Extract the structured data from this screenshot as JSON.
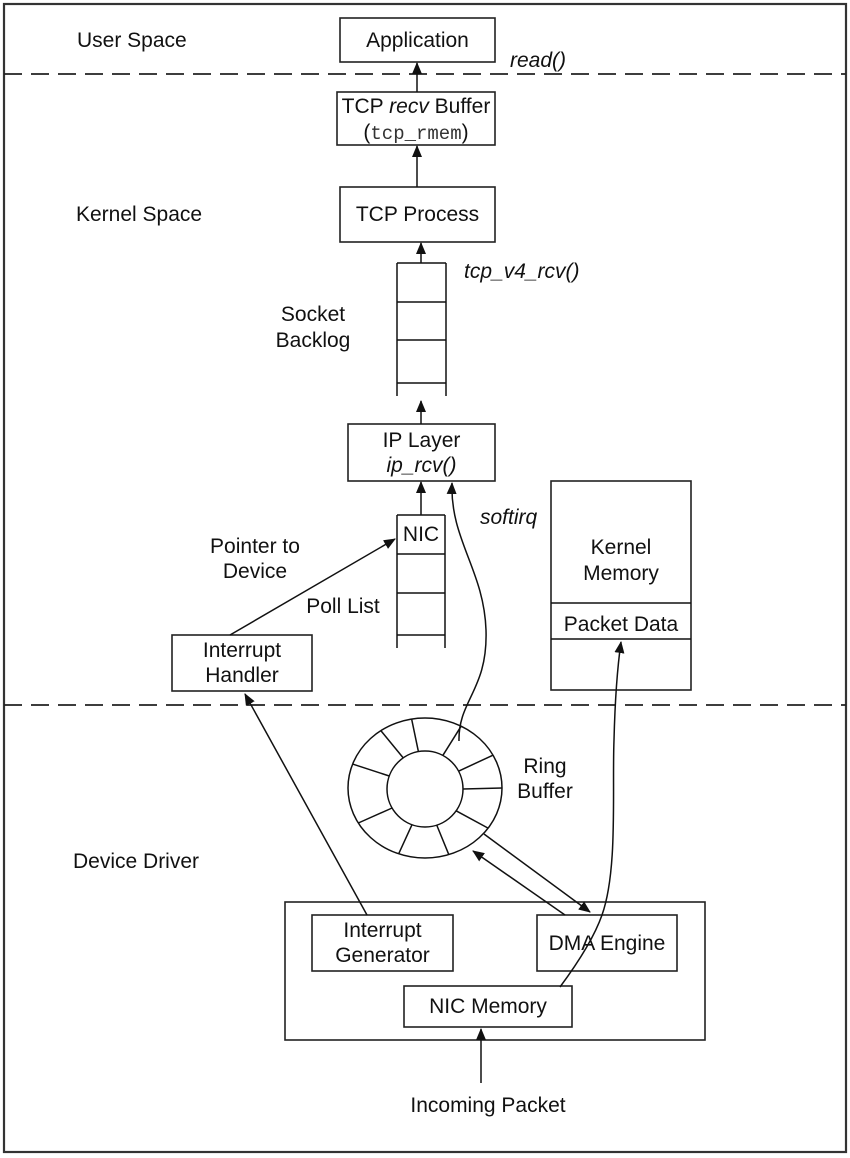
{
  "diagram": {
    "regions": {
      "user_space": "User Space",
      "kernel_space": "Kernel Space",
      "device_driver": "Device Driver"
    },
    "nodes": {
      "application": "Application",
      "tcp_recv_buffer_a": "TCP ",
      "tcp_recv_buffer_b": "recv",
      "tcp_recv_buffer_c": " Buffer",
      "tcp_rmem_open": "(",
      "tcp_rmem": "tcp_rmem",
      "tcp_rmem_close": ")",
      "tcp_process": "TCP Process",
      "socket_backlog_1": "Socket",
      "socket_backlog_2": "Backlog",
      "ip_layer": "IP Layer",
      "ip_rcv": "ip_rcv()",
      "nic": "NIC",
      "poll_list": "Poll List",
      "pointer_to_device_1": "Pointer to",
      "pointer_to_device_2": "Device",
      "interrupt_handler_1": "Interrupt",
      "interrupt_handler_2": "Handler",
      "kernel_memory_1": "Kernel",
      "kernel_memory_2": "Memory",
      "packet_data": "Packet Data",
      "ring_buffer_1": "Ring",
      "ring_buffer_2": "Buffer",
      "interrupt_generator_1": "Interrupt",
      "interrupt_generator_2": "Generator",
      "dma_engine": "DMA Engine",
      "nic_memory": "NIC Memory",
      "incoming_packet": "Incoming Packet"
    },
    "edge_labels": {
      "read": "read()",
      "tcp_v4_rcv": "tcp_v4_rcv()",
      "softirq": "softirq"
    }
  }
}
